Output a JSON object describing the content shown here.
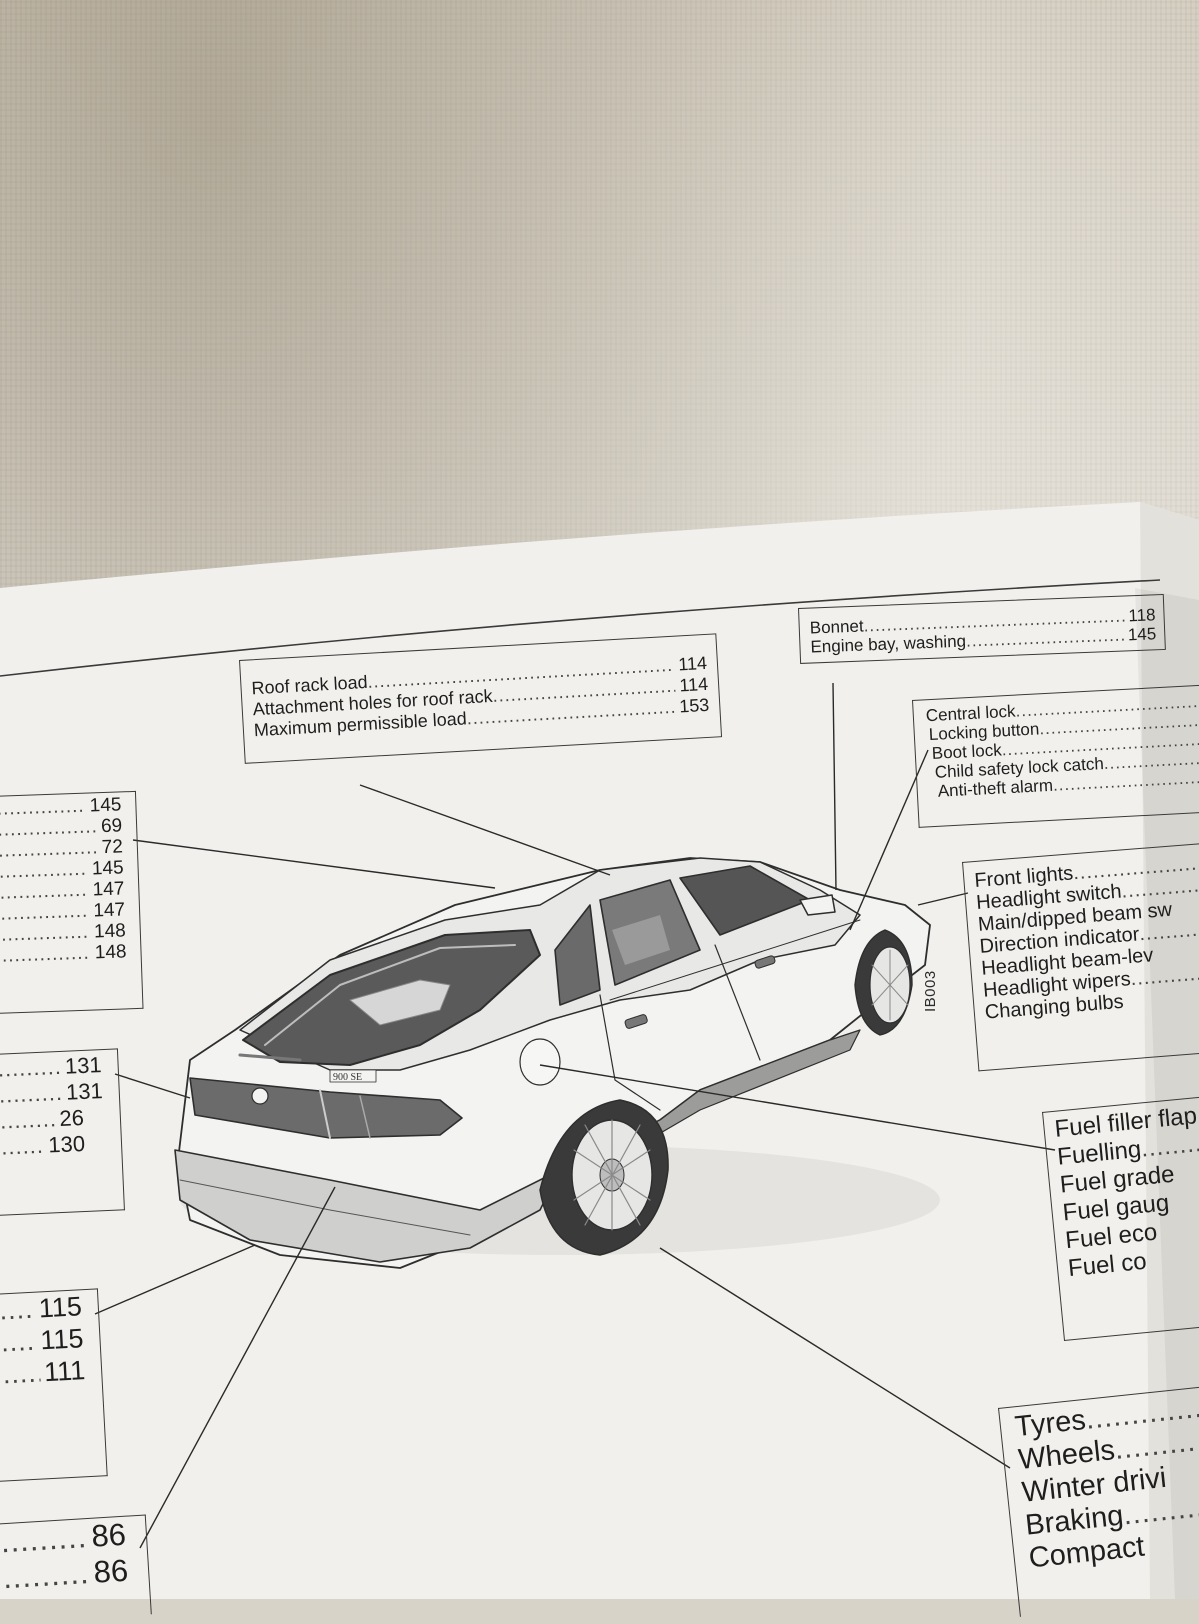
{
  "boxes": {
    "roof": {
      "items": [
        {
          "label": "Roof rack load",
          "page": "114"
        },
        {
          "label": "Attachment holes for roof rack",
          "page": "114"
        },
        {
          "label": "Maximum permissible load",
          "page": "153"
        }
      ]
    },
    "bonnet": {
      "items": [
        {
          "label": "Bonnet",
          "page": "118"
        },
        {
          "label": "Engine bay, washing",
          "page": "145"
        }
      ]
    },
    "locks": {
      "items": [
        {
          "label": "Central lock"
        },
        {
          "label": "Locking button"
        },
        {
          "label": "Boot lock"
        },
        {
          "label": "Child safety lock catch"
        },
        {
          "label": "Anti-theft alarm"
        }
      ]
    },
    "lights": {
      "items": [
        {
          "label": "Front lights"
        },
        {
          "label": "Headlight switch"
        },
        {
          "label": "Main/dipped beam sw"
        },
        {
          "label": "Direction indicator"
        },
        {
          "label": "Headlight beam-lev"
        },
        {
          "label": "Headlight wipers"
        },
        {
          "label": "Changing bulbs"
        }
      ]
    },
    "fuel": {
      "items": [
        {
          "label": "Fuel filler flap"
        },
        {
          "label": "Fuelling"
        },
        {
          "label": "Fuel grade"
        },
        {
          "label": "Fuel gaug"
        },
        {
          "label": "Fuel eco"
        },
        {
          "label": "Fuel co"
        }
      ]
    },
    "tyres": {
      "items": [
        {
          "label": "Tyres"
        },
        {
          "label": "Wheels"
        },
        {
          "label": "Winter drivi"
        },
        {
          "label": "Braking"
        },
        {
          "label": "Compact"
        }
      ]
    },
    "left1": {
      "pages": [
        "145",
        "69",
        "72",
        "145",
        "147",
        "147",
        "148",
        "148"
      ]
    },
    "left2": {
      "pages": [
        "131",
        "131",
        "26",
        "130"
      ]
    },
    "left3": {
      "pages": [
        "115",
        "115",
        "111"
      ]
    },
    "left4": {
      "pages": [
        "86",
        "86"
      ]
    }
  },
  "illustration": {
    "code": "IB003",
    "badge": "900 SE",
    "icon": "car-illustration"
  }
}
